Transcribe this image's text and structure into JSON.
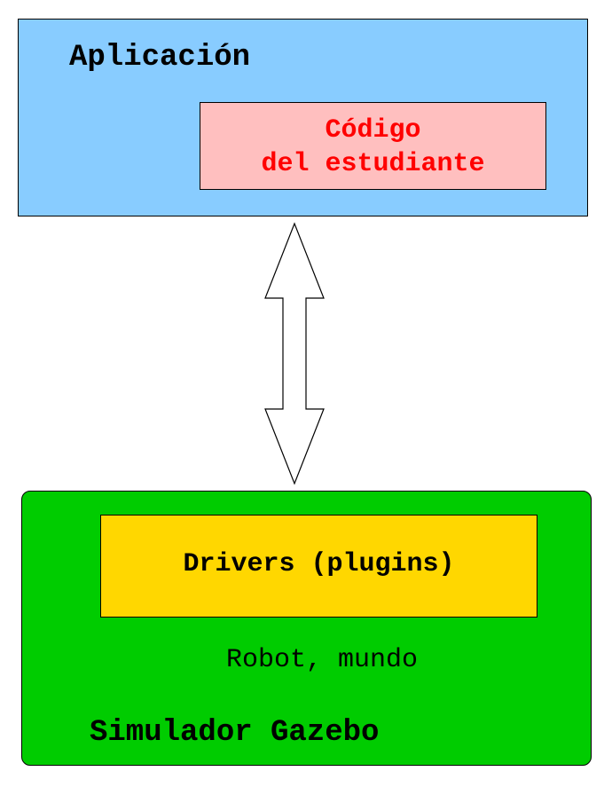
{
  "application": {
    "title": "Aplicación",
    "student_code": "Código\ndel estudiante"
  },
  "connector": {
    "icon": "double-arrow-vertical-icon"
  },
  "simulator": {
    "title": "Simulador Gazebo",
    "drivers": "Drivers (plugins)",
    "robot_world": "Robot, mundo"
  },
  "colors": {
    "application_fill": "#88ccff",
    "student_code_fill": "#ffbfbf",
    "student_code_text": "#ff0000",
    "simulator_fill": "#00cc00",
    "drivers_fill": "#ffd700"
  }
}
